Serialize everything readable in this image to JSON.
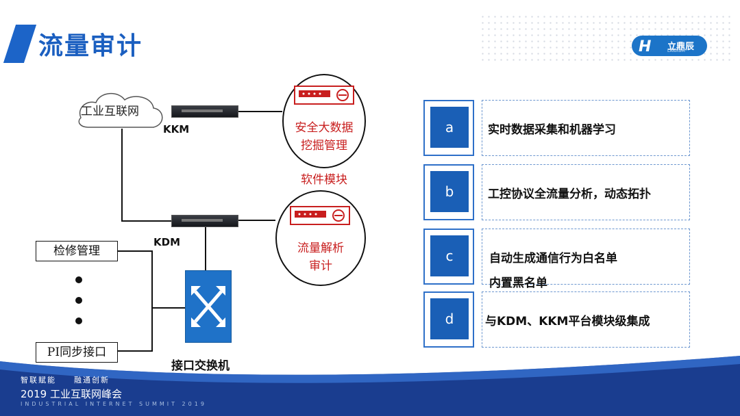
{
  "title": "流量审计",
  "logo": {
    "mark": "H",
    "name": "立鼎辰",
    "subtitle": "LANXUM"
  },
  "diagram": {
    "cloud_label": "工业互联网",
    "kkm_label": "KKM",
    "kdm_label": "KDM",
    "circle1_text_line1": "安全大数据",
    "circle1_text_line2": "挖掘管理",
    "software_label": "软件模块",
    "circle2_text_line1": "流量解析",
    "circle2_text_line2": "审计",
    "left_box_top": "检修管理",
    "left_box_bottom": "PI同步接口",
    "switch_label": "接口交换机"
  },
  "cards": [
    {
      "letter": "a",
      "text": "实时数据采集和机器学习"
    },
    {
      "letter": "b",
      "text": "工控协议全流量分析，动态拓扑"
    },
    {
      "letter": "c",
      "text": "自动生成通信行为白名单",
      "text2": "内置黑名单"
    },
    {
      "letter": "d",
      "text": "与KDM、KKM平台模块级集成"
    }
  ],
  "footer": {
    "tagline": "智联赋能　　融通创新",
    "event": "2019 工业互联网峰会",
    "event_en": "INDUSTRIAL INTERNET SUMMIT 2019"
  },
  "colors": {
    "brand_blue": "#1b5fc0",
    "highlight_red": "#c81e1e",
    "footer_blue": "#1a3d8f"
  }
}
